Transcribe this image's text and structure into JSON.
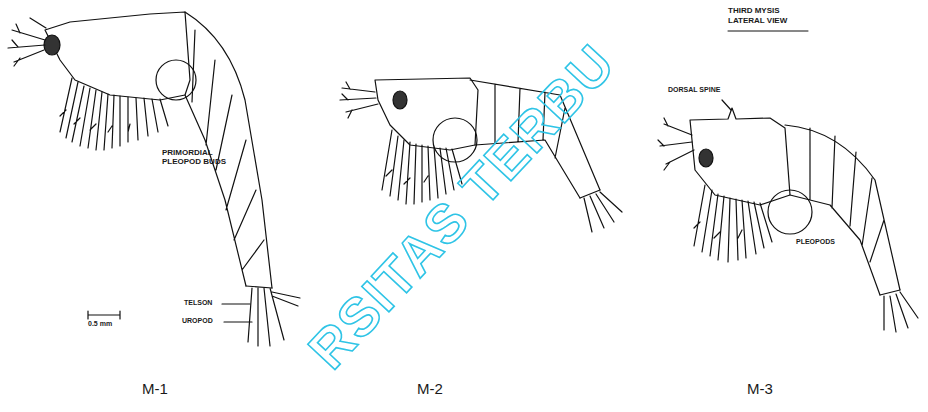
{
  "diagram": {
    "labels": [
      "PRIMORDIAL PLEOPOD BUDS",
      "TELSON",
      "UROPOD",
      "0.5 mm",
      "THIRD MYSIS LATERAL VIEW",
      "DORSAL SPINE",
      "PLEOPODS",
      "M-1",
      "M-2",
      "M-3",
      "RSITAS TERBU"
    ]
  }
}
